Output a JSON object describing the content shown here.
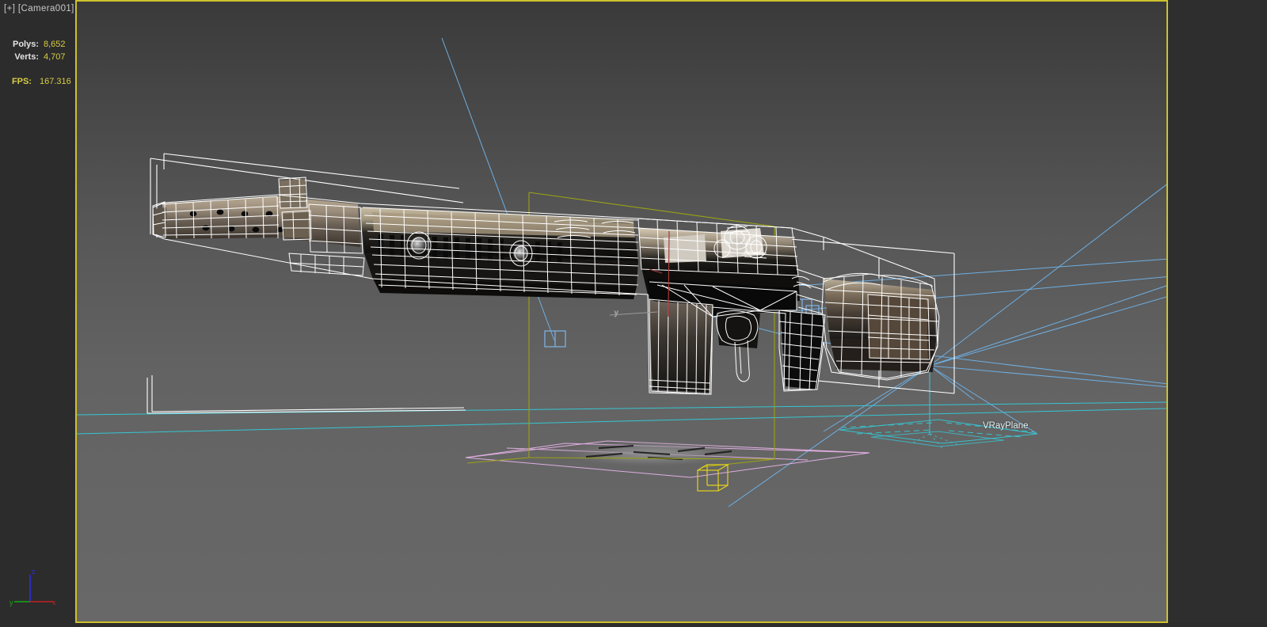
{
  "app": {
    "name": "3ds Max Viewport",
    "background_top": "#3b3b3b",
    "background_bottom": "#686868",
    "active_border_color": "#cdc12c",
    "gutter_color": "#2c2c2c"
  },
  "viewport": {
    "label": "[+] [Camera001]",
    "label_color": "#c8c8c8",
    "maximize_toggle": "[+]",
    "view_name": "[Camera001]",
    "shading": "wireframe-on-shaded"
  },
  "stats": {
    "polys_label": "Polys:",
    "polys_value": "8,652",
    "verts_label": "Verts:",
    "verts_value": "4,707",
    "fps_label": "FPS:",
    "fps_value": "167.316",
    "label_color": "#e4e4e4",
    "value_color": "#d8cc44"
  },
  "axis_tripod": {
    "x_label": "x",
    "y_label": "y",
    "z_label": "z",
    "x_color": "#c02020",
    "y_color": "#16a616",
    "z_color": "#2c2ce0"
  },
  "scene_objects": [
    {
      "name": "VRayPlane",
      "label": "VRayPlane",
      "label_color": "#e6f4f7",
      "wire_color": "#35c6d2",
      "type": "vray-infinite-plane"
    },
    {
      "name": "Rifle",
      "label": "",
      "wire_color": "#ffffff",
      "type": "editable-poly-weapon"
    },
    {
      "name": "Selection Box",
      "label": "",
      "wire_color": "#9aa215",
      "type": "selection-bounding-box"
    },
    {
      "name": "Ground Plane",
      "label": "",
      "wire_color": "#dfaee0",
      "type": "plane-primitive"
    },
    {
      "name": "Box001",
      "label": "",
      "wire_color": "#e3d21d",
      "type": "box-primitive"
    },
    {
      "name": "VRayLight",
      "label": "",
      "wire_color": "#7fb6e8",
      "type": "light-target-gizmo"
    }
  ],
  "colors": {
    "wireframe_white": "#ffffff",
    "light_blue": "#6fb3e8",
    "cyan": "#35c6d2",
    "olive": "#9aa215",
    "pink": "#dfaee0",
    "yellow": "#e3d21d",
    "red_axis": "#b03030"
  }
}
